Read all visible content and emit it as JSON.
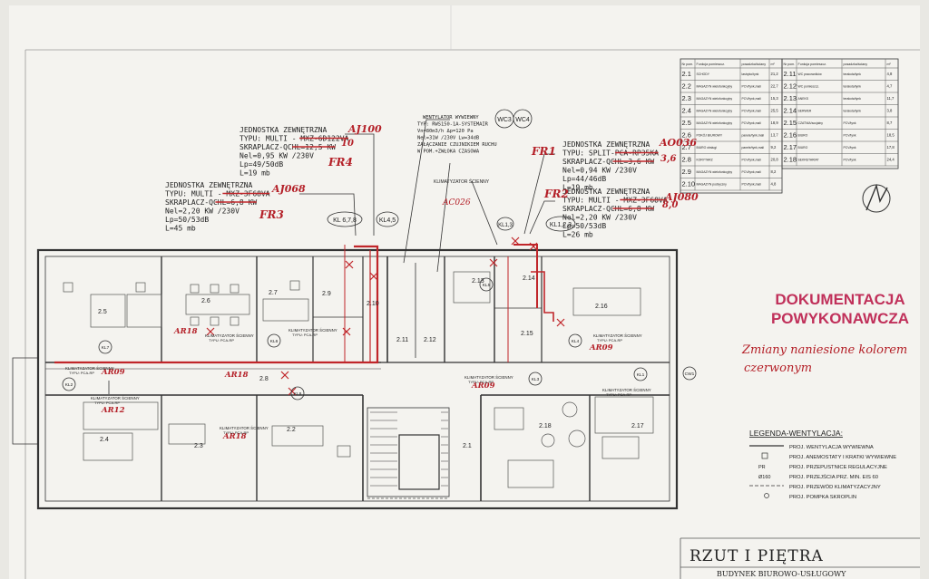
{
  "colors": {
    "paper": "#f4f3ef",
    "ink": "#222222",
    "red": "#c0262a",
    "stamp": "#c0305a"
  },
  "units": {
    "u1": {
      "lines": [
        "JEDNOSTKA ZEWNĘTRZNA",
        "TYPU: MULTI - MXZ-6D122VA",
        "SKRAPLACZ-QCHL=12,5 KW",
        "Nel=0,95 KW /230V",
        "Lp=49/50dB",
        "L=19 mb"
      ],
      "fix_model": "AJ100",
      "fix_kw": "10",
      "tag": "FR4"
    },
    "u2": {
      "lines": [
        "JEDNOSTKA ZEWNĘTRZNA",
        "TYPU: MULTI - MXZ-3F68VA",
        "SKRAPLACZ-QCHL=6,8 KW",
        "Nel=2,20 KW /230V",
        "Lp=50/53dB",
        "L=45 mb"
      ],
      "fix_model": "AJ068",
      "tag": "FR3"
    },
    "u3": {
      "lines": [
        "JEDNOSTKA ZEWNĘTRZNA",
        "TYPU: SPLIT-PCA-RP35KA",
        "SKRAPLACZ-QCHL=3,6 KW",
        "Nel=0,94 KW /230V",
        "Lp=44/46dB",
        "L=19 mb"
      ],
      "fix_model": "AO036",
      "fix_kw": "3,6",
      "tag": "FR1"
    },
    "u4": {
      "lines": [
        "JEDNOSTKA ZEWNĘTRZNA",
        "TYPU: MULTI - MXZ-3F68VA",
        "SKRAPLACZ-QCHL=6,8 KW",
        "Nel=2,20 KW /230V",
        "Lp=50/53dB",
        "L=26 mb"
      ],
      "fix_model": "AJ080",
      "fix_kw": "8,0",
      "tag": "FR2"
    }
  },
  "fan": {
    "lines": [
      "WENTYLATOR WYWIEWNY",
      "TYP: RWS150-1A-SYSTEMAIR",
      "Vn=80m3/h Δp=120 Pa",
      "Nel=31W /230V Lw=34dB",
      "ZAŁĄCZANIE CZUJNIKIEM RUCHU",
      "W POM.+ZWŁOKA CZASOWA"
    ],
    "wc3": "WC3",
    "wc4": "WC4"
  },
  "labels": {
    "kl678": "KL 6,7,8",
    "kl45": "KL4,5",
    "kl13": "KL1,3",
    "kl123": "KL1,2,3",
    "fix_small": "AC026",
    "klim": "KLIMATYZATOR ŚCIENNY",
    "klim_type": "TYPU: PCA-RP"
  },
  "rooms": [
    "2.5",
    "2.6",
    "2.7",
    "2.9",
    "2.10",
    "2.11",
    "2.12",
    "2.14",
    "2.15",
    "2.16",
    "2.8",
    "2.4",
    "2.3",
    "2.2",
    "2.1",
    "2.18",
    "2.17",
    "2.13"
  ],
  "circles": [
    "KL7",
    "KL6",
    "KL5",
    "KL8",
    "KL3",
    "KL2",
    "KL4",
    "KL1",
    "CW1"
  ],
  "fixes": [
    "AR18",
    "AR18",
    "AR09",
    "AR09",
    "AR12",
    "AR18",
    "AR09"
  ],
  "table": {
    "headers": [
      "Nr pom.",
      "Funkcja pomieszcz.",
      "posadzka/ściany",
      "m²"
    ],
    "left": [
      [
        "2.1",
        "SCHODY",
        "lastryko/tynk",
        "21,2"
      ],
      [
        "2.2",
        "MAGAZYN wielofunkcyjny",
        "PCV/tynk,mali",
        "22,7"
      ],
      [
        "2.3",
        "MAGAZYN wielofunkcyjny",
        "PCV/tynk,mali",
        "15,3"
      ],
      [
        "2.4",
        "MAGAZYN wielofunkcyjny",
        "PCV/tynk,mali",
        "25,5"
      ],
      [
        "2.5",
        "MAGAZYN wielofunkcyjny",
        "PCV/tynk,mali",
        "18,9"
      ],
      [
        "2.6",
        "POKÓJ BIUROWY",
        "panele/tynk,mali",
        "13,7"
      ],
      [
        "2.7",
        "BIURO obsługi",
        "panele/tynk,mali",
        "9,2"
      ],
      [
        "2.8",
        "KORYTARZ",
        "PCV/tynk,mali",
        "20,8"
      ],
      [
        "2.9",
        "MAGAZYN wielofunkcyjny",
        "PCV/tynk,mali",
        "8,2"
      ],
      [
        "2.10",
        "MAGAZYN podręczny",
        "PCV/tynk,mali",
        "4,8"
      ]
    ],
    "right": [
      [
        "2.11",
        "WC pracowników",
        "terakota/tynk",
        "4,8"
      ],
      [
        "2.12",
        "WC pomieszcz.",
        "terakota/tynk",
        "4,7"
      ],
      [
        "2.13",
        "ANEKS",
        "terakota/tynk",
        "11,7"
      ],
      [
        "2.14",
        "SERWER",
        "terakota/tynk",
        "3,8"
      ],
      [
        "2.15",
        "CZATNIA/socjalny",
        "PCV/tynk",
        "8,7"
      ],
      [
        "2.16",
        "BIURO",
        "PCV/tynk",
        "18,5"
      ],
      [
        "2.17",
        "BIURO",
        "PCV/tynk",
        "17,8"
      ],
      [
        "2.18",
        "SEKRETARIAT",
        "PCV/tynk",
        "24,4"
      ]
    ]
  },
  "stamp": [
    "DOKUMENTACJA",
    "POWYKONAWCZA"
  ],
  "note": [
    "Zmiany naniesione kolorem",
    "czerwonym"
  ],
  "legend": {
    "title": "LEGENDA-WENTYLACJA:",
    "items": [
      {
        "symbol": "",
        "text": "PROJ. WENTYLACJA WYWIEWNA"
      },
      {
        "symbol": "",
        "text": "PROJ. ANEMOSTATY I KRATKI WYWIEWNE"
      },
      {
        "symbol": "PR",
        "text": "PROJ. PRZEPUSTNICE REGULACYJNE"
      },
      {
        "symbol": "Ø160",
        "text": "PROJ. PRZEJŚCIA PRZ. MIN. EIS 60"
      },
      {
        "symbol": "",
        "text": "PROJ. PRZEWÓD KLIMATYZACYJNY"
      },
      {
        "symbol": "",
        "text": "PROJ. POMPKA SKROPLIN"
      }
    ]
  },
  "title_block": {
    "title": "RZUT I PIĘTRA",
    "subtitle": "BUDYNEK BIUROWO-USŁUGOWY"
  }
}
